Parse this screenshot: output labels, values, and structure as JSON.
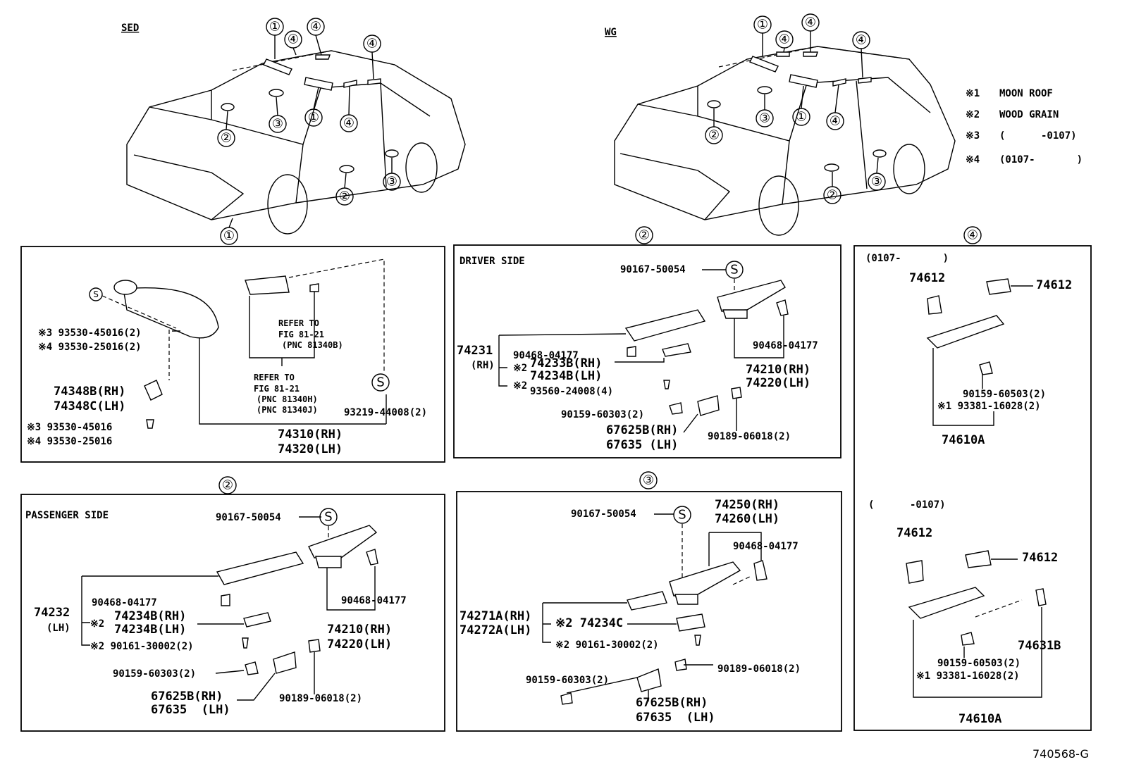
{
  "top": {
    "sedan_label": "SED",
    "wagon_label": "WG",
    "callouts": [
      "①",
      "②",
      "③",
      "④"
    ],
    "notes": [
      {
        "mark": "※1",
        "text": "MOON ROOF"
      },
      {
        "mark": "※2",
        "text": "WOOD GRAIN"
      },
      {
        "mark": "※3",
        "text": "(      -0107)"
      },
      {
        "mark": "※4",
        "text": "(0107-       )"
      }
    ]
  },
  "panel1": {
    "callout": "①",
    "s_mark": "S",
    "labels": {
      "p1": "※3 93530-45016(2)",
      "p2": "※4 93530-25016(2)",
      "p3": "74348B(RH)",
      "p4": "74348C(LH)",
      "p5": "※3 93530-45016",
      "p6": "※4 93530-25016",
      "ref1a": "REFER TO",
      "ref1b": "FIG 81-21",
      "ref1c": "(PNC 81340B)",
      "ref2a": "REFER TO",
      "ref2b": "FIG 81-21",
      "ref2c": "(PNC 81340H)",
      "ref2d": "(PNC 81340J)",
      "p7": "93219-44008(2)",
      "p8": "74310(RH)",
      "p9": "74320(LH)"
    }
  },
  "panel2": {
    "callout": "②",
    "title": "DRIVER SIDE",
    "s_mark": "S",
    "labels": {
      "p1": "90167-50054",
      "p2": "74231",
      "p3": "(RH)",
      "p4": "90468-04177",
      "p5": "※2",
      "p6": "74233B(RH)",
      "p7": "74234B(LH)",
      "p8": "※2",
      "p9": "93560-24008(4)",
      "p10": "90468-04177",
      "p11": "74210(RH)",
      "p12": "74220(LH)",
      "p13": "90159-60303(2)",
      "p14": "67625B(RH)",
      "p15": "67635 (LH)",
      "p16": "90189-06018(2)"
    }
  },
  "panel3": {
    "callout": "②",
    "title": "PASSENGER SIDE",
    "s_mark": "S",
    "labels": {
      "p1": "90167-50054",
      "p2": "74232",
      "p3": "(LH)",
      "p4": "90468-04177",
      "p5": "※2",
      "p6": "74234B(RH)",
      "p7": "74234B(LH)",
      "p8": "※2 90161-30002(2)",
      "p9": "90468-04177",
      "p10": "74210(RH)",
      "p11": "74220(LH)",
      "p12": "90159-60303(2)",
      "p13": "67625B(RH)",
      "p14": "67635  (LH)",
      "p15": "90189-06018(2)"
    }
  },
  "panel4": {
    "callout": "③",
    "s_mark": "S",
    "labels": {
      "p1": "90167-50054",
      "p2": "74250(RH)",
      "p3": "74260(LH)",
      "p4": "90468-04177",
      "p5": "74271A(RH)",
      "p6": "74272A(LH)",
      "p7": "※2 74234C",
      "p8": "※2 90161-30002(2)",
      "p9": "90189-06018(2)",
      "p10": "90159-60303(2)",
      "p11": "67625B(RH)",
      "p12": "67635  (LH)"
    }
  },
  "panel5": {
    "callout": "④",
    "labels": {
      "r1": "(0107-       )",
      "a1": "74612",
      "a2": "74612",
      "a3": "90159-60503(2)",
      "a4": "※1 93381-16028(2)",
      "a5": "74610A",
      "r2": "(      -0107)",
      "b1": "74612",
      "b2": "74612",
      "b3": "74631B",
      "b4": "90159-60503(2)",
      "b5": "※1 93381-16028(2)",
      "b6": "74610A"
    }
  },
  "figure_id": "740568-G"
}
